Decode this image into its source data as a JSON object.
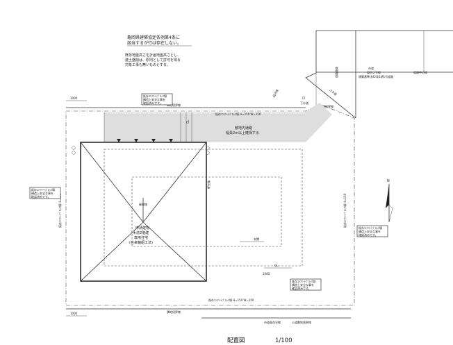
{
  "drawing": {
    "title": "配置図",
    "scale": "1/100"
  },
  "notes": {
    "top_note": [
      "亀岡県建築協定条例第4条に",
      "該当するが行は存在しない。"
    ],
    "second_note": [
      "既存地盤高さを計画地盤高さとし、",
      "建土盛削は、原則として許可を得る",
      "対象工事も無いものとする。"
    ],
    "left_note_upper": [
      "既存ｺﾝｸﾘｰﾄﾌﾞﾛｯｸ塀",
      "構造上安全な事を",
      "確認済みです。"
    ],
    "left_note_lower": [
      "既存ｺﾝｸﾘｰﾄﾌﾞﾛｯｸ塀",
      "構造上安全な事を",
      "確認済みです。"
    ],
    "right_note_mid": [
      "既存ｺﾝｸﾘｰﾄﾌﾞﾛｯｸ塀",
      "構造上安全な事を",
      "確認済みです。"
    ],
    "right_note_low": [
      "既存ｺﾝｸﾘｰﾄﾌﾞﾛｯｸ塀",
      "構造上安全な事を",
      "確認済みです。"
    ]
  },
  "labels": {
    "road_inner": [
      "敷地内通路",
      "幅員2m以上確保する"
    ],
    "building": [
      "申請建物",
      "木造2階建",
      "専用住宅",
      "(在来軸組工法)"
    ],
    "road_right": [
      "道路境界線"
    ],
    "road_top_boundary": "隣地境界線",
    "road_bottom_boundary": "隣地境界線",
    "top_measure": "1000",
    "bottom_measure": "1000",
    "right_road": [
      "市道",
      "東田２号線",
      "建築基準法42条1項1号道路"
    ],
    "right_road_width": "道路幅員",
    "right_edge_label": "道路中心線",
    "bottom_center": "1000",
    "bottom_road_label": "隣地境界線",
    "bottom_lane": [
      "市道東花谷線",
      "公道敷地境界線"
    ],
    "dim_top_row": "既存ｺﾝｸﾘｰﾄﾌﾞﾛｯｸ塀 H=150  W=150",
    "dim_bottom_row": "既存ｺﾝｸﾘｰﾄﾌﾞﾛｯｸ塀 H=150  W=150",
    "left_vertical_dim": "既存ｺﾝｸﾘｰﾄﾌﾞﾛｯｸ塀 H=150",
    "right_vertical_dim": "既存ｺﾝｸﾘｰﾄﾌﾞﾛｯｸ塀 H=150",
    "water_pipe": "給水管",
    "gas_meter": "上水道",
    "inlet": "下水道",
    "roof_label": "屋根線",
    "gl_label": "GL",
    "north": "N",
    "approach_label": "玄関",
    "eave_line": "軒先線",
    "gl_mark": "GL"
  }
}
